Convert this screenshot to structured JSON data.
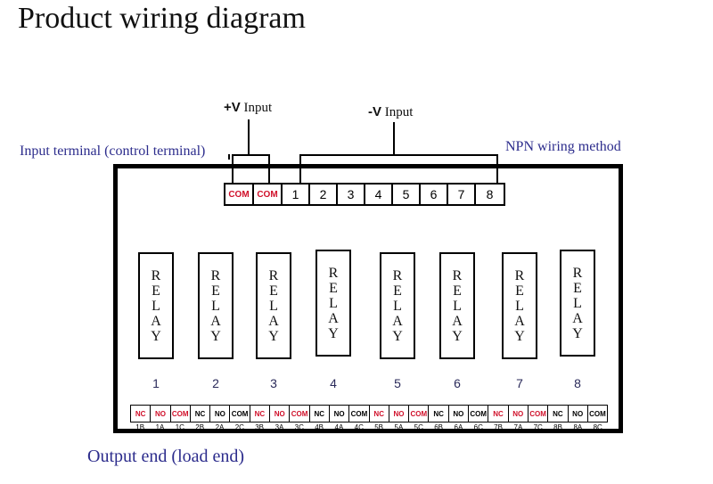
{
  "title": "Product wiring diagram",
  "labels": {
    "plus_sign": "+V",
    "plus_input": "Input",
    "minus_sign": "-V",
    "minus_input": "Input",
    "input_terminal": "Input terminal (control terminal)",
    "npn": "NPN wiring method",
    "output_end": "Output end (load end)"
  },
  "input_terminals": [
    "COM",
    "COM",
    "1",
    "2",
    "3",
    "4",
    "5",
    "6",
    "7",
    "8"
  ],
  "relay_letters": [
    "R",
    "E",
    "L",
    "A",
    "Y"
  ],
  "relays": [
    "1",
    "2",
    "3",
    "4",
    "5",
    "6",
    "7",
    "8"
  ],
  "output_terminals": [
    "NC",
    "NO",
    "COM",
    "NC",
    "NO",
    "COM",
    "NC",
    "NO",
    "COM",
    "NC",
    "NO",
    "COM",
    "NC",
    "NO",
    "COM",
    "NC",
    "NO",
    "COM",
    "NC",
    "NO",
    "COM",
    "NC",
    "NO",
    "COM"
  ],
  "output_labels": [
    "1B",
    "1A",
    "1C",
    "2B",
    "2A",
    "2C",
    "3B",
    "3A",
    "3C",
    "4B",
    "4A",
    "4C",
    "5B",
    "5A",
    "5C",
    "6B",
    "6A",
    "6C",
    "7B",
    "7A",
    "7C",
    "8B",
    "8A",
    "8C"
  ],
  "colors": {
    "accent": "#d0102a",
    "label_blue": "#2c2c8c",
    "relay_num": "#2a2a5a"
  }
}
